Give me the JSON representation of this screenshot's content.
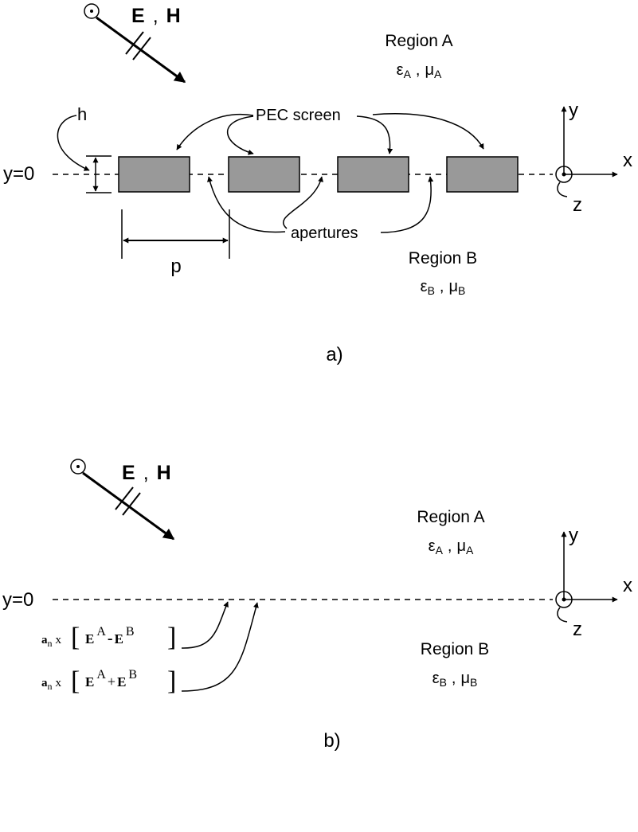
{
  "panel_a": {
    "fields": {
      "e": "E",
      "sep": ",",
      "h": "H"
    },
    "region_a": {
      "title": "Region A",
      "eps": "ε",
      "eps_sub": "A",
      "sep": ",",
      "mu": "μ",
      "mu_sub": "A"
    },
    "region_b": {
      "title": "Region B",
      "eps": "ε",
      "eps_sub": "B",
      "sep": ",",
      "mu": "μ",
      "mu_sub": "B"
    },
    "y0_label": "y=0",
    "h_label": "h",
    "p_label": "p",
    "screen_label": "PEC screen",
    "apertures_label": "apertures",
    "axes": {
      "x": "x",
      "y": "y",
      "z": "z"
    },
    "caption": "a)"
  },
  "panel_b": {
    "fields": {
      "e": "E",
      "sep": ",",
      "h": "H"
    },
    "region_a": {
      "title": "Region A",
      "eps": "ε",
      "eps_sub": "A",
      "sep": ",",
      "mu": "μ",
      "mu_sub": "A"
    },
    "region_b": {
      "title": "Region B",
      "eps": "ε",
      "eps_sub": "B",
      "sep": ",",
      "mu": "μ",
      "mu_sub": "B"
    },
    "y0_label": "y=0",
    "axes": {
      "x": "x",
      "y": "y",
      "z": "z"
    },
    "current_m": {
      "a": "a",
      "n": "n",
      "x": "x",
      "open": "[",
      "e1": "E",
      "sup1": "A",
      "op": "-",
      "e2": "E",
      "sup2": "B",
      "close": "]"
    },
    "current_j": {
      "a": "a",
      "n": "n",
      "x": "x",
      "open": "[",
      "e1": "E",
      "sup1": "A",
      "op": "+",
      "e2": "E",
      "sup2": "B",
      "close": "]"
    },
    "caption": "b)"
  }
}
